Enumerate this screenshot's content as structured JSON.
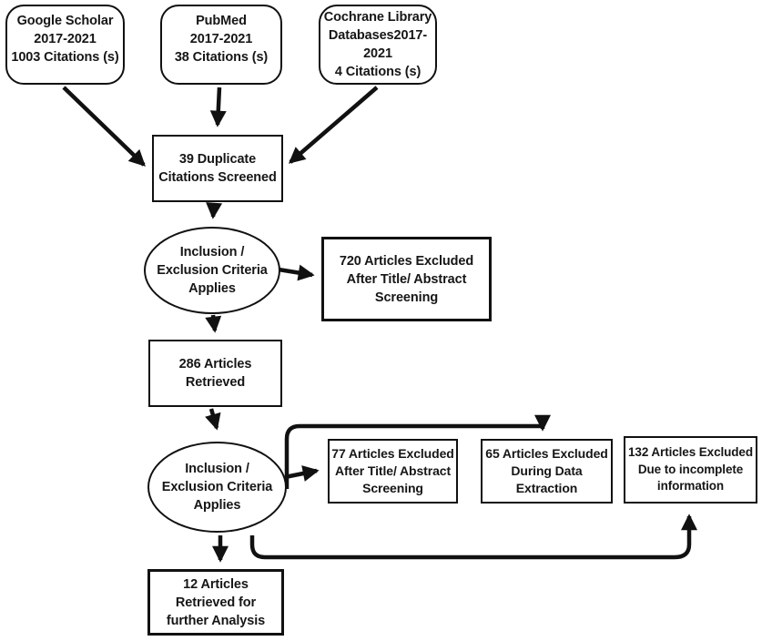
{
  "colors": {
    "ink": "#111111",
    "background": "#ffffff"
  },
  "diagram": {
    "type": "prisma-flowchart",
    "nodes": {
      "google_scholar": {
        "label": "Google Scholar\n2017-2021\n1003 Citations (s)"
      },
      "pubmed": {
        "label": "PubMed\n2017-2021\n38 Citations (s)"
      },
      "cochrane": {
        "label": "Cochrane Library\nDatabases2017-\n2021\n4 Citations (s)"
      },
      "duplicates_screened": {
        "label": "39 Duplicate\nCitations Screened"
      },
      "criteria_1": {
        "label": "Inclusion /\nExclusion Criteria\nApplies"
      },
      "excluded_720": {
        "label": "720 Articles Excluded\nAfter Title/ Abstract\nScreening"
      },
      "retrieved_286": {
        "label": "286 Articles\nRetrieved"
      },
      "criteria_2": {
        "label": "Inclusion /\nExclusion Criteria\nApplies"
      },
      "excluded_77": {
        "label": "77 Articles Excluded\nAfter Title/ Abstract\nScreening"
      },
      "excluded_65": {
        "label": "65 Articles Excluded\nDuring Data\nExtraction"
      },
      "excluded_132": {
        "label": "132 Articles Excluded\nDue to incomplete\ninformation"
      },
      "final_12": {
        "label": "12 Articles\nRetrieved for\nfurther Analysis"
      }
    },
    "edges": [
      {
        "from": "google_scholar",
        "to": "duplicates_screened"
      },
      {
        "from": "pubmed",
        "to": "duplicates_screened"
      },
      {
        "from": "cochrane",
        "to": "duplicates_screened"
      },
      {
        "from": "duplicates_screened",
        "to": "criteria_1"
      },
      {
        "from": "criteria_1",
        "to": "excluded_720"
      },
      {
        "from": "criteria_1",
        "to": "retrieved_286"
      },
      {
        "from": "retrieved_286",
        "to": "criteria_2"
      },
      {
        "from": "criteria_2",
        "to": "excluded_77"
      },
      {
        "from": "criteria_2",
        "to": "excluded_65"
      },
      {
        "from": "criteria_2",
        "to": "excluded_132"
      },
      {
        "from": "criteria_2",
        "to": "final_12"
      }
    ]
  }
}
